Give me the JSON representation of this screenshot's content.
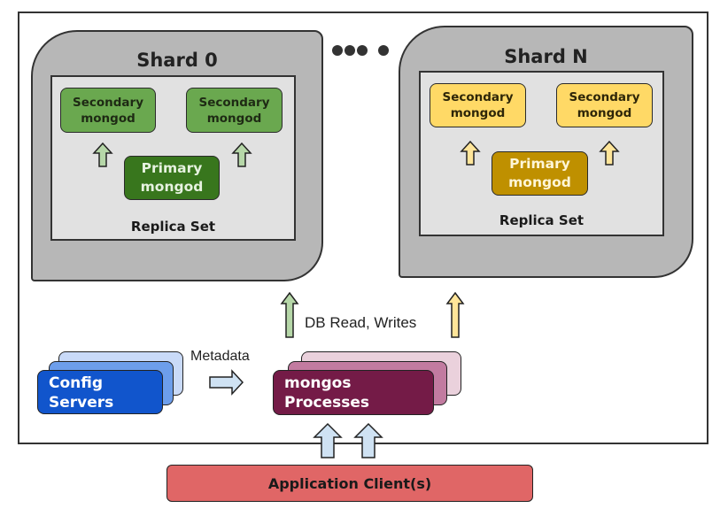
{
  "diagram": {
    "shards": [
      {
        "title": "Shard 0",
        "replica_set_label": "Replica Set",
        "primary": "Primary mongod",
        "primary_lines": [
          "Primary",
          "mongod"
        ],
        "secondaries": [
          {
            "lines": [
              "Secondary",
              "mongod"
            ]
          },
          {
            "lines": [
              "Secondary",
              "mongod"
            ]
          }
        ],
        "color_theme": "green",
        "colors": {
          "secondary": "#6aa84f",
          "primary": "#38761d",
          "arrow": "#b6d7a8"
        }
      },
      {
        "title": "Shard N",
        "replica_set_label": "Replica Set",
        "primary": "Primary mongod",
        "primary_lines": [
          "Primary",
          "mongod"
        ],
        "secondaries": [
          {
            "lines": [
              "Secondary",
              "mongod"
            ]
          },
          {
            "lines": [
              "Secondary",
              "mongod"
            ]
          }
        ],
        "color_theme": "yellow",
        "colors": {
          "secondary": "#ffd966",
          "primary": "#bf9000",
          "arrow": "#ffe599"
        }
      }
    ],
    "ellipsis_icon": "more-dots-icon",
    "db_label": "DB Read,  Writes",
    "metadata_label": "Metadata",
    "config_servers": {
      "lines": [
        "Config",
        "Servers"
      ],
      "color": "#1155cc"
    },
    "mongos": {
      "lines": [
        "mongos",
        "Processes"
      ],
      "color": "#741b47"
    },
    "application_client": {
      "label": "Application Client(s)",
      "color": "#e06666"
    },
    "client_arrow_color": "#cfe2f3"
  }
}
